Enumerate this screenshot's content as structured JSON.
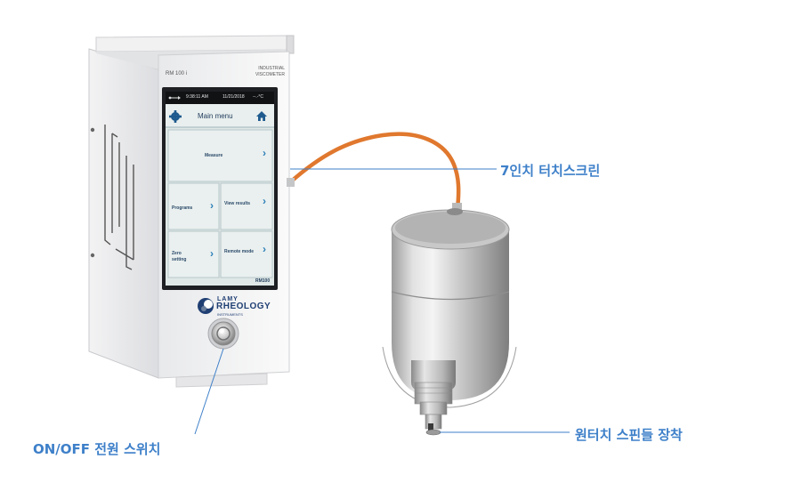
{
  "device": {
    "model": "RM 100 i",
    "type_line1": "INDUSTRIAL",
    "type_line2": "VISCOMETER",
    "brand_line1": "LAMY",
    "brand_line2": "RHEOLOGY",
    "brand_line3": "INSTRUMENTS"
  },
  "screen": {
    "time": "9:38:11 AM",
    "date": "11/21/2018",
    "temp": "--.-°C",
    "title": "Main menu",
    "measure": "Measure",
    "programs": "Programs",
    "view_results": "View results",
    "zero_setting_line1": "Zero",
    "zero_setting_line2": "setting",
    "remote_mode": "Remote mode",
    "footer": "RM100",
    "chevron": "›"
  },
  "callouts": {
    "touchscreen": "7인치 터치스크린",
    "power_switch": "ON/OFF 전원 스위치",
    "spindle": "원터치 스핀들 장착"
  },
  "colors": {
    "callout": "#3e80c9",
    "cable": "#e0782e",
    "screen_bg": "#dfe8e6"
  }
}
